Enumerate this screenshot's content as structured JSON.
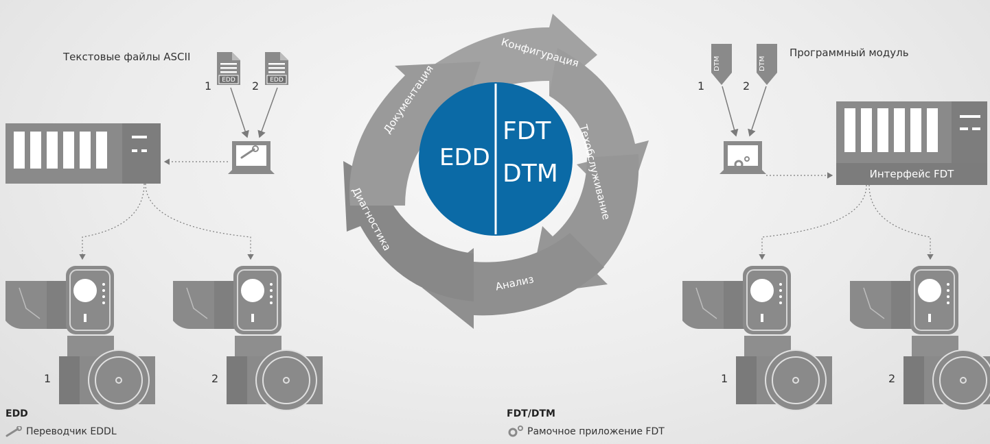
{
  "left": {
    "files_label": "Текстовые файлы ASCII",
    "file_tag": "EDD",
    "file_numbers": [
      "1",
      "2"
    ],
    "device_numbers": [
      "1",
      "2"
    ],
    "heading": "EDD",
    "legend_label": "Переводчик EDDL",
    "legend_icon": "wrench-icon"
  },
  "center": {
    "left_half": "EDD",
    "right_half_line1": "FDT",
    "right_half_line2": "DTM",
    "cycle_steps": [
      "Конфигурация",
      "Техобслуживание",
      "Анализ",
      "Диагностика",
      "Документация"
    ],
    "disc_color": "#0b6aa6",
    "arrow_color": "#9b9b9b"
  },
  "right": {
    "module_label": "Программный модуль",
    "dtm_tag": "DTM",
    "module_numbers": [
      "1",
      "2"
    ],
    "interface_label": "Интерфейс FDT",
    "device_numbers": [
      "1",
      "2"
    ],
    "heading": "FDT/DTM",
    "legend_label": "Рамочное приложение FDT",
    "legend_icon": "gears-icon"
  }
}
